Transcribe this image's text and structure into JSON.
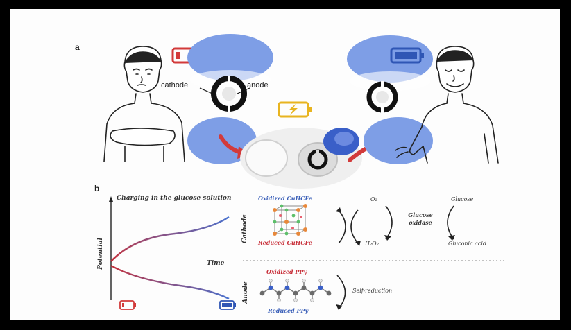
{
  "panel_a": {
    "letter": "a",
    "cathode_label": "cathode",
    "anode_label": "anode"
  },
  "panel_b": {
    "letter": "b",
    "plot_title": "Charging in the glucose solution",
    "y_axis_label": "Potential",
    "x_axis_label": "Time",
    "cathode_label": "Cathode",
    "anode_label": "Anode",
    "oxidized_cuhcfe": "Oxidized CuHCFe",
    "reduced_cuhcfe": "Reduced CuHCFe",
    "o2": "O₂",
    "h2o2": "H₂O₂",
    "glucose_oxidase": "Glucose oxidase",
    "glucose": "Glucose",
    "gluconic_acid": "Gluconic acid",
    "oxidized_ppy": "Oxidized PPy",
    "reduced_ppy": "Reduced PPy",
    "self_reduction": "Self-reduction"
  },
  "colors": {
    "battery_low": "#d23a3a",
    "battery_full": "#2f56b5",
    "battery_charging": "#e8b420",
    "glove_blue": "#7e9ee6",
    "curve_red": "#c8303a",
    "curve_blue": "#4a74d0"
  }
}
